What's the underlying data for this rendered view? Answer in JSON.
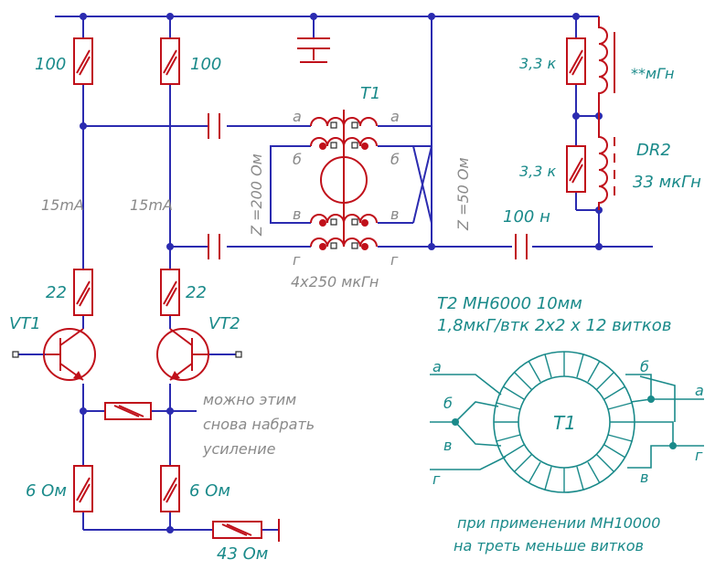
{
  "resistors": {
    "r_left_top": "100",
    "r_mid_top": "100",
    "r_left_22": "22",
    "r_mid_22": "22",
    "r_left_6": "6 Ом",
    "r_mid_6": "6 Ом",
    "r_43": "43 Ом",
    "r_33_top": "3,3 к",
    "r_33_bot": "3,3 к"
  },
  "currents": {
    "left": "15mA",
    "mid": "15mA"
  },
  "transistors": {
    "vt1": "VT1",
    "vt2": "VT2"
  },
  "transformer": {
    "name": "T1",
    "winding_a_left": "а",
    "winding_a_right": "а",
    "winding_b_left": "б",
    "winding_b_right": "б",
    "winding_v_left": "в",
    "winding_v_right": "в",
    "winding_g_left": "г",
    "winding_g_right": "г",
    "inductance": "4х250 мкГн",
    "z_left": "Z =200 Ом",
    "z_right": "Z =50 Ом"
  },
  "inductors": {
    "top_value": "**мГн",
    "dr2_name": "DR2",
    "dr2_value": "33 мкГн"
  },
  "capacitor_out": "100 н",
  "note_gain": [
    "можно этим",
    "снова набрать",
    "усиление"
  ],
  "core_spec": {
    "line1": "Т2 МН6000   10мм",
    "line2": "1,8мкГ/втк   2х2 х 12 витков"
  },
  "toroid": {
    "label": "Т1",
    "lead_a_left": "а",
    "lead_b_left": "б",
    "lead_v_left": "в",
    "lead_g_left": "г",
    "lead_b_right": "б",
    "lead_a_right": "а",
    "lead_g_right": "г",
    "lead_v_right": "в"
  },
  "footer_note": [
    "при применении МН10000",
    "на треть меньше витков"
  ]
}
